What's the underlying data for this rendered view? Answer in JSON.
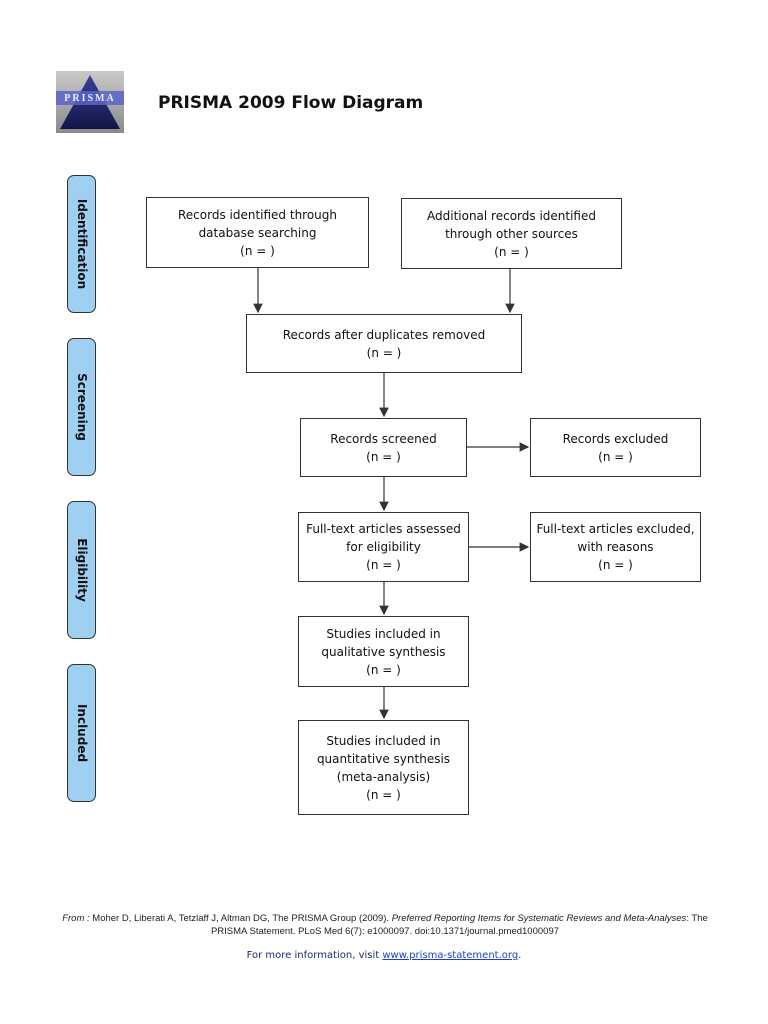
{
  "header": {
    "logo_text": "PRISMA",
    "title": "PRISMA 2009 Flow Diagram"
  },
  "phases": [
    {
      "label": "Identification"
    },
    {
      "label": "Screening"
    },
    {
      "label": "Eligibility"
    },
    {
      "label": "Included"
    }
  ],
  "boxes": {
    "records_identified": {
      "line1": "Records identified through",
      "line2": "database searching",
      "n": "(n =  )"
    },
    "additional_records": {
      "line1": "Additional records identified",
      "line2": "through other sources",
      "n": "(n =  )"
    },
    "duplicates_removed": {
      "line1": "Records after duplicates removed",
      "n": "(n =  )"
    },
    "records_screened": {
      "line1": "Records screened",
      "n": "(n =  )"
    },
    "records_excluded": {
      "line1": "Records excluded",
      "n": "(n =  )"
    },
    "fulltext_assessed": {
      "line1": "Full-text articles assessed",
      "line2": "for eligibility",
      "n": "(n =  )"
    },
    "fulltext_excluded": {
      "line1": "Full-text articles excluded,",
      "line2": "with reasons",
      "n": "(n =  )"
    },
    "qualitative": {
      "line1": "Studies included in",
      "line2": "qualitative synthesis",
      "n": "(n =  )"
    },
    "quantitative": {
      "line1": "Studies included in",
      "line2": "quantitative synthesis",
      "line3": "(meta-analysis)",
      "n": "(n =  )"
    }
  },
  "footer": {
    "from_label": "From :",
    "citation_a": " Moher D, Liberati A, Tetzlaff J, Altman DG, The PRISMA Group (2009). ",
    "citation_title": "Preferred Reporting Items for Systematic Reviews and Meta-Analyses",
    "citation_b": ": The PRISMA Statement. PLoS Med 6(7): e1000097. doi:10.1371/journal.pmed1000097",
    "more_prefix": "For more information, visit ",
    "more_link": "www.prisma-statement.org",
    "more_suffix": "."
  }
}
